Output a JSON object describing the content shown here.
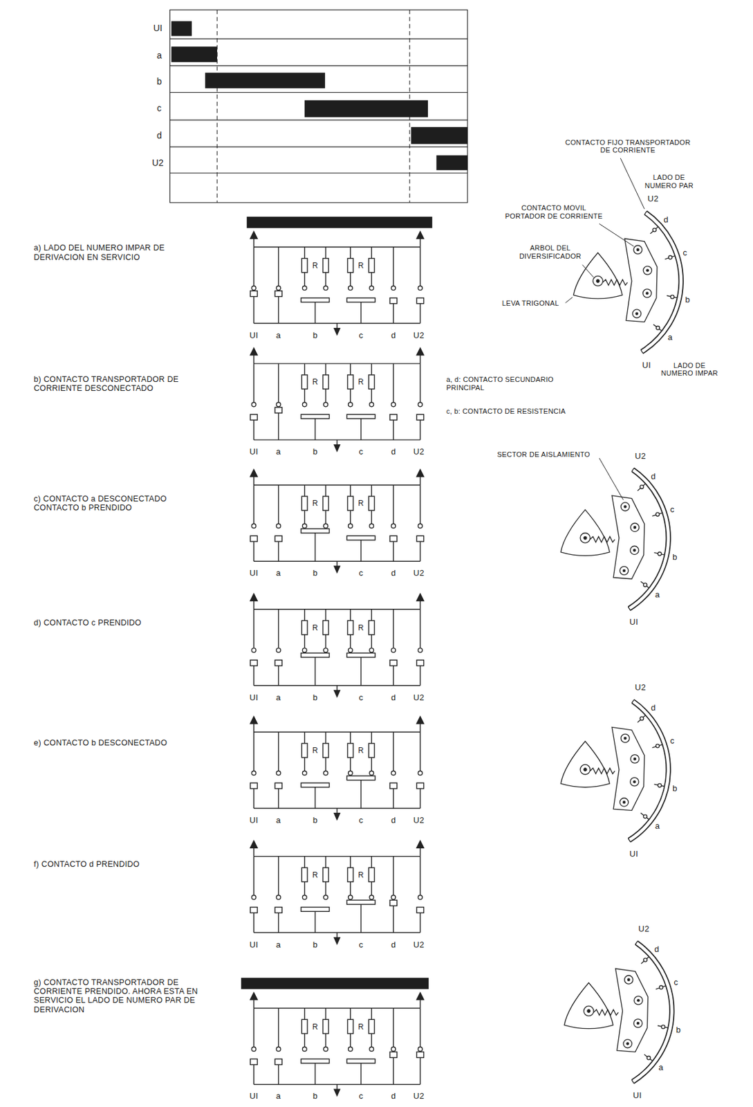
{
  "diagram": {
    "labels": [
      "UI",
      "a",
      "b",
      "c",
      "d",
      "U2",
      "a) LADO DEL NUMERO IMPAR DE DERIVACION EN SERVICIO",
      "R",
      "R",
      "UI",
      "a",
      "b",
      "c",
      "d",
      "U2",
      "b) CONTACTO TRANSPORTADOR DE CORRIENTE DESCONECTADO",
      "R",
      "R",
      "UI",
      "a",
      "b",
      "c",
      "d",
      "U2",
      "c) CONTACTO a DESCONECTADO CONTACTO b PRENDIDO",
      "R",
      "R",
      "UI",
      "a",
      "b",
      "c",
      "d",
      "U2",
      "d) CONTACTO c PRENDIDO",
      "R",
      "R",
      "UI",
      "a",
      "b",
      "c",
      "d",
      "U2",
      "e) CONTACTO b DESCONECTADO",
      "R",
      "R",
      "UI",
      "a",
      "b",
      "c",
      "d",
      "U2",
      "f) CONTACTO d PRENDIDO",
      "R",
      "R",
      "UI",
      "a",
      "b",
      "c",
      "d",
      "U2",
      "g) CONTACTO TRANSPORTADOR DE CORRIENTE PRENDIDO. AHORA ESTA EN SERVICIO EL LADO DE NUMERO PAR DE DERIVACION",
      "R",
      "R",
      "UI",
      "a",
      "b",
      "c",
      "d",
      "U2",
      "CONTACTO FIJO TRANSPORTADOR DE CORRIENTE",
      "LADO DE NUMERO PAR",
      "CONTACTO MOVIL PORTADOR DE CORRIENTE",
      "U2",
      "d",
      "c",
      "ARBOL DEL DIVERSIFICADOR",
      "b",
      "LEVA TRIGONAL",
      "a",
      "UI",
      "LADO DE NUMERO IMPAR",
      "a, d: CONTACTO SECUNDARIO PRINCIPAL",
      "c, b: CONTACTO DE RESISTENCIA",
      "SECTOR DE AISLAMIENTO",
      "U2",
      "d",
      "c",
      "b",
      "a",
      "UI",
      "U2",
      "d",
      "c",
      "b",
      "a",
      "UI",
      "U2",
      "d",
      "c",
      "b",
      "a",
      "UI"
    ]
  }
}
